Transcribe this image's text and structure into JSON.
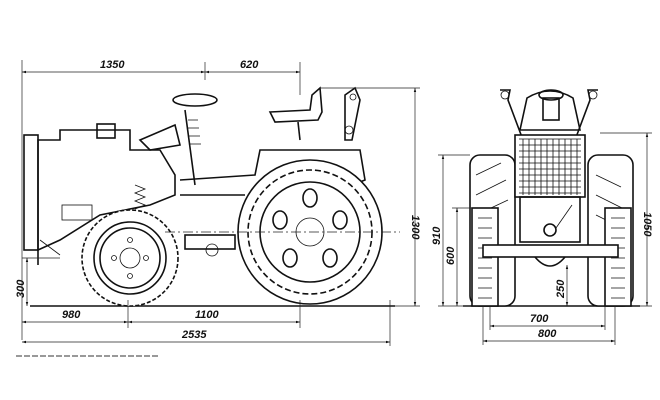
{
  "drawing": {
    "side_view": {
      "dimensions": {
        "top_front": "1350",
        "top_rear": "620",
        "height": "1300",
        "clearance": "300",
        "front_overhang": "980",
        "wheelbase": "1100",
        "overall_length": "2535"
      }
    },
    "front_view": {
      "dimensions": {
        "rear_wheel_height": "910",
        "front_wheel_height": "600",
        "radiator_height": "1050",
        "ground_clearance": "250",
        "front_track": "700",
        "rear_track": "800"
      }
    }
  }
}
